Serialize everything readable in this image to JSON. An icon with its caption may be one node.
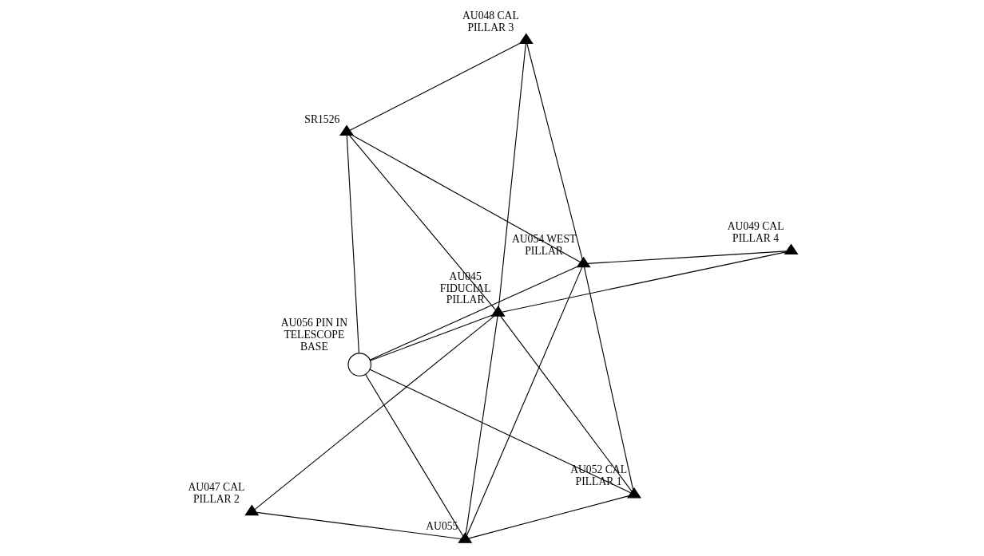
{
  "diagram": {
    "nodes": [
      {
        "text": [
          "AU049 CAL PILLAR 4"
        ]
      },
      {
        "text": [
          "AU054 WEST PILLAR"
        ]
      },
      {
        "text": [
          "AU052 CAL PILLAR 1"
        ]
      },
      {
        "text": [
          "SR1526"
        ]
      },
      {
        "text": [
          "AU055"
        ]
      },
      {
        "text": [
          "AU056 PIN IN TELESCOPE BASE"
        ]
      },
      {
        "text": [
          "AU045",
          "FIDUCIAL PILLAR"
        ]
      },
      {
        "text": [
          "AU048 CAL PILLAR 3"
        ]
      },
      {
        "text": [
          "AU047 CAL PILLAR 2"
        ]
      }
    ],
    "edges": [
      {
        "from": 0,
        "to": 1,
        "arrow": "none"
      },
      {
        "from": 0,
        "to": 6,
        "arrow": "none"
      },
      {
        "from": 1,
        "to": 2,
        "arrow": "none"
      },
      {
        "from": 1,
        "to": 4,
        "arrow": "none"
      },
      {
        "from": 1,
        "to": 3,
        "arrow": "none"
      },
      {
        "from": 1,
        "to": 7,
        "arrow": "none"
      },
      {
        "from": 1,
        "to": 5,
        "arrow": "none"
      },
      {
        "from": 3,
        "to": 5,
        "arrow": "none"
      },
      {
        "from": 3,
        "to": 7,
        "arrow": "none"
      },
      {
        "from": 3,
        "to": 6,
        "arrow": "none"
      },
      {
        "from": 5,
        "to": 2,
        "arrow": "none"
      },
      {
        "from": 5,
        "to": 4,
        "arrow": "none"
      },
      {
        "from": 5,
        "to": 6,
        "arrow": "none"
      },
      {
        "from": 4,
        "to": 2,
        "arrow": "none"
      },
      {
        "from": 4,
        "to": 8,
        "arrow": "none"
      },
      {
        "from": 6,
        "to": 4,
        "arrow": "none"
      },
      {
        "from": 6,
        "to": 2,
        "arrow": "none"
      },
      {
        "from": 6,
        "to": 8,
        "arrow": "none"
      },
      {
        "from": 6,
        "to": 7,
        "arrow": "none"
      }
    ]
  }
}
